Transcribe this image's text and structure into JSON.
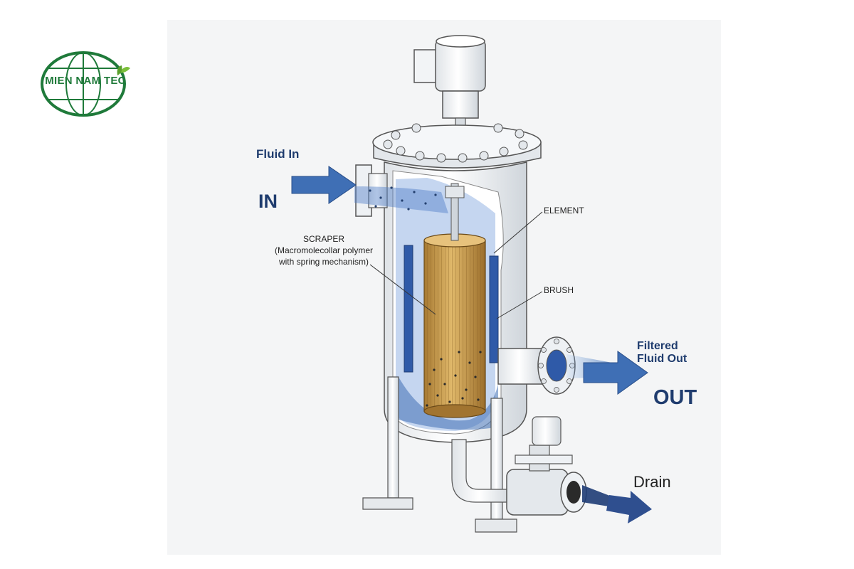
{
  "brand": {
    "name": "MIEN NAM TEC",
    "color": "#1f7a3a"
  },
  "labels": {
    "fluid_in": "Fluid In",
    "in": "IN",
    "scraper_line1": "SCRAPER",
    "scraper_line2": "(Macromolecollar polymer",
    "scraper_line3": "with spring mechanism)",
    "element": "ELEMENT",
    "brush": "BRUSH",
    "filtered_line1": "Filtered",
    "filtered_line2": "Fluid Out",
    "out": "OUT",
    "drain": "Drain"
  },
  "colors": {
    "flow_blue": "#3f6fb5",
    "text_navy": "#1d4a85",
    "element_gold": "#c9a052",
    "metal": "#e9ecef"
  }
}
